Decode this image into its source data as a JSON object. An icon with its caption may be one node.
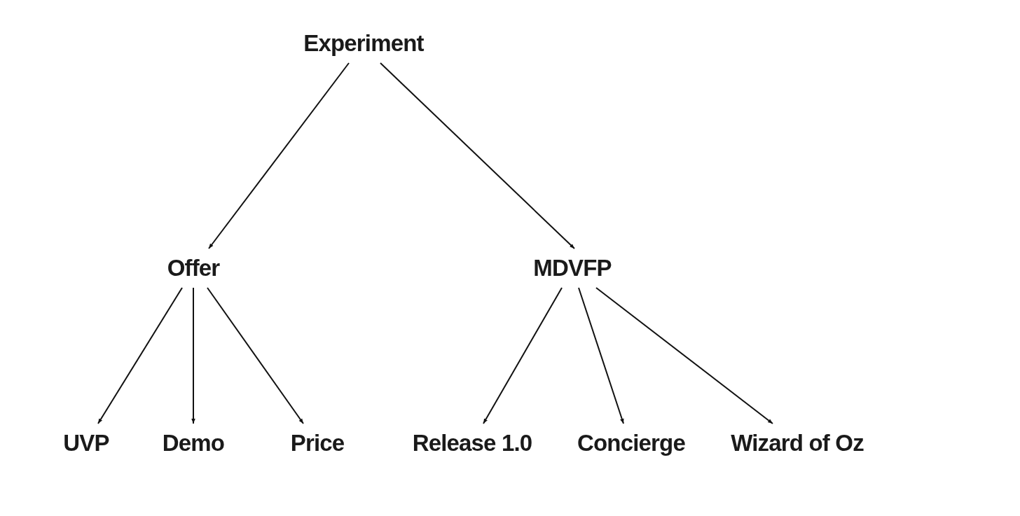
{
  "diagram": {
    "nodes": [
      {
        "text": [
          "Experiment"
        ]
      },
      {
        "text": [
          "Offer"
        ]
      },
      {
        "text": [
          "MDVFP"
        ]
      },
      {
        "text": [
          "UVP"
        ]
      },
      {
        "text": [
          "Demo"
        ]
      },
      {
        "text": [
          "Price"
        ]
      },
      {
        "text": [
          "Release 1.0"
        ]
      },
      {
        "text": [
          "Concierge"
        ]
      },
      {
        "text": [
          "Wizard of Oz"
        ]
      }
    ],
    "edges": [
      {
        "from": 0,
        "to": 1,
        "arrow": "to"
      },
      {
        "from": 0,
        "to": 2,
        "arrow": "to"
      },
      {
        "from": 1,
        "to": 3,
        "arrow": "to"
      },
      {
        "from": 1,
        "to": 4,
        "arrow": "to"
      },
      {
        "from": 1,
        "to": 5,
        "arrow": "to"
      },
      {
        "from": 2,
        "to": 6,
        "arrow": "to"
      },
      {
        "from": 2,
        "to": 7,
        "arrow": "to"
      },
      {
        "from": 2,
        "to": 8,
        "arrow": "to"
      }
    ]
  }
}
